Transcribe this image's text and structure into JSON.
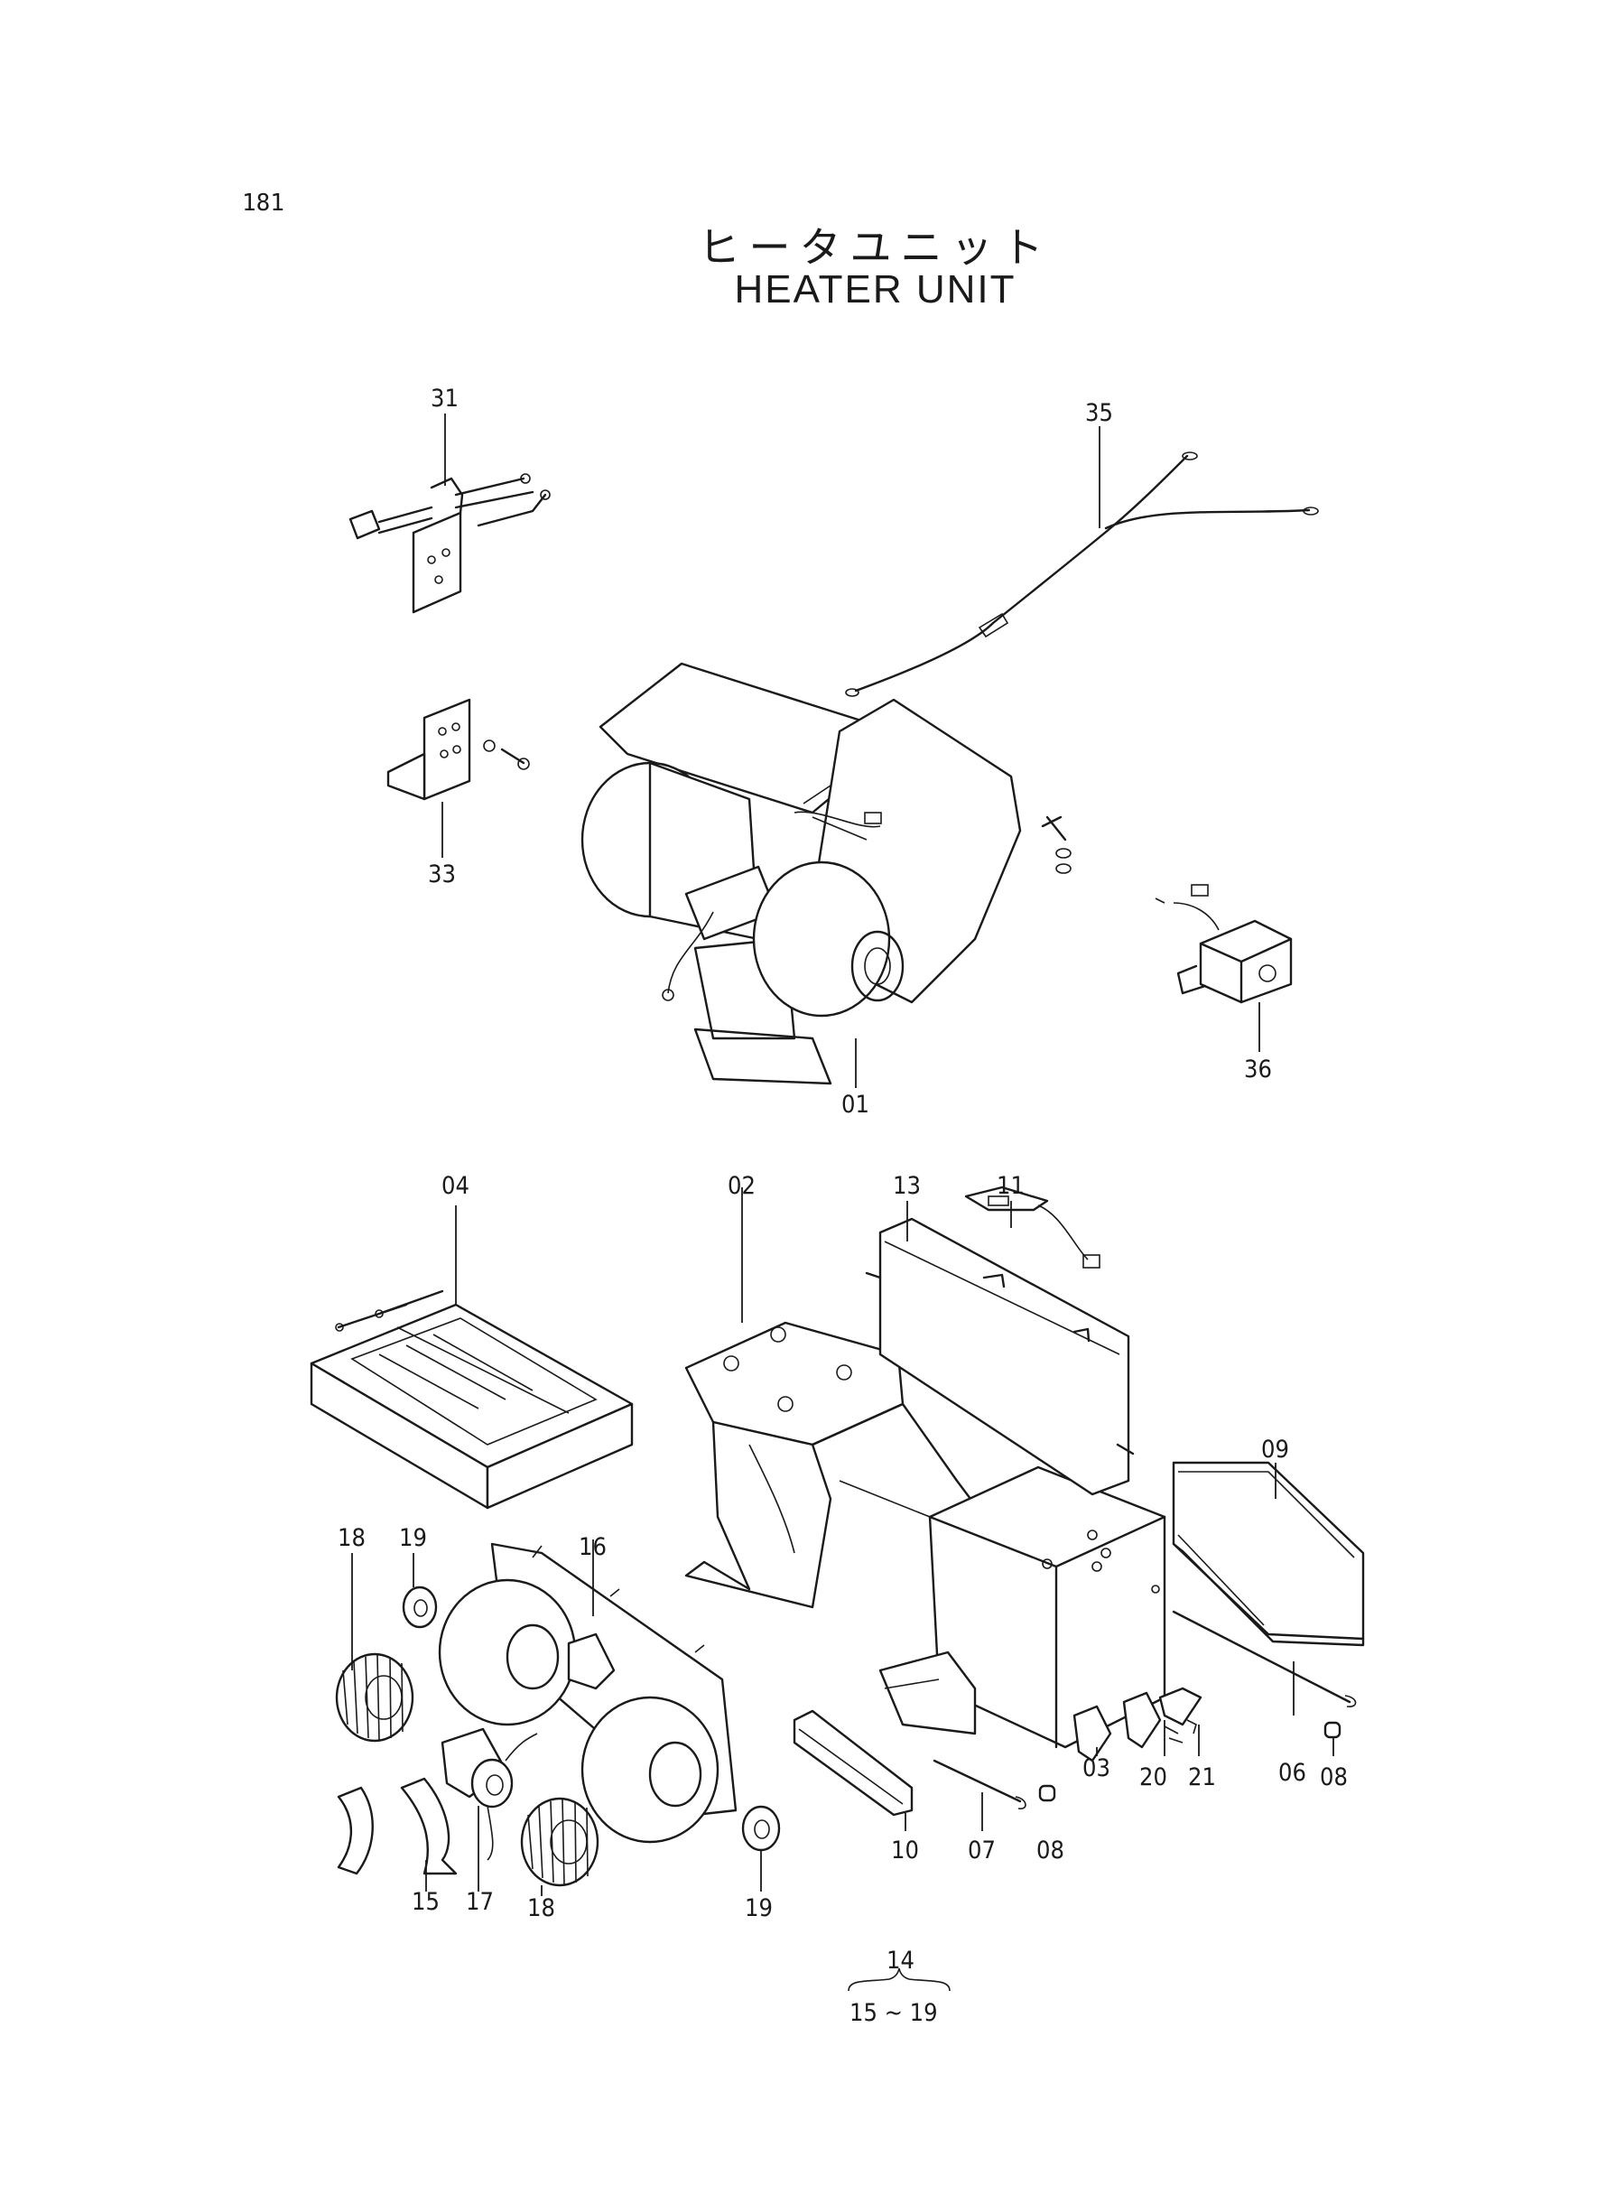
{
  "page_number": "181",
  "title_jp": "ヒータユニット",
  "title_en": "HEATER UNIT",
  "callouts": {
    "c31": "31",
    "c35": "35",
    "c33": "33",
    "c36": "36",
    "c01": "01",
    "c04": "04",
    "c02": "02",
    "c13": "13",
    "c11": "11",
    "c09": "09",
    "c18a": "18",
    "c19a": "19",
    "c16": "16",
    "c03": "03",
    "c20": "20",
    "c21": "21",
    "c06": "06",
    "c08a": "08",
    "c10": "10",
    "c07": "07",
    "c08b": "08",
    "c19b": "19",
    "c15": "15",
    "c17": "17",
    "c18b": "18"
  },
  "assembly_note": {
    "top": "14",
    "bottom": "15 ~ 19"
  }
}
